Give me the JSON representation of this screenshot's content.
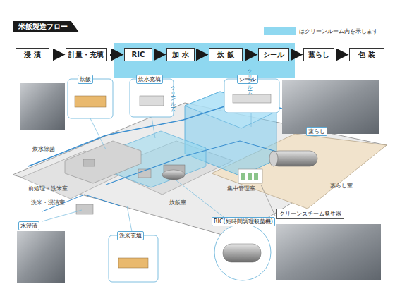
{
  "diagram": {
    "title": "米飯製造フロー",
    "nodes": [
      {
        "text": [
          "浸 漬"
        ]
      },
      {
        "text": [
          "計量・充填"
        ]
      },
      {
        "text": [
          "RIC"
        ]
      },
      {
        "text": [
          "加 水"
        ]
      },
      {
        "text": [
          "炊 飯"
        ]
      },
      {
        "text": [
          "シール"
        ]
      },
      {
        "text": [
          "蒸らし"
        ]
      },
      {
        "text": [
          "包 装"
        ]
      },
      {
        "text": [
          "炊飯"
        ]
      },
      {
        "text": [
          "炊水充填"
        ]
      },
      {
        "text": [
          "シール"
        ]
      },
      {
        "text": [
          "蒸らし"
        ]
      },
      {
        "text": [
          "水浸漬"
        ]
      },
      {
        "text": [
          "洗米充填"
        ]
      },
      {
        "text": [
          "RIC(短時間調理殺菌機)"
        ]
      },
      {
        "text": [
          "クリーンスチーム発生器"
        ]
      }
    ],
    "edges": [
      {
        "from": 0,
        "to": 1,
        "arrow": "to"
      },
      {
        "from": 1,
        "to": 2,
        "arrow": "to"
      },
      {
        "from": 2,
        "to": 3,
        "arrow": "to"
      },
      {
        "from": 3,
        "to": 4,
        "arrow": "to"
      },
      {
        "from": 4,
        "to": 5,
        "arrow": "to"
      },
      {
        "from": 5,
        "to": 6,
        "arrow": "to"
      },
      {
        "from": 6,
        "to": 7,
        "arrow": "to"
      }
    ],
    "labels": [
      "クリーンルーム",
      "クリーンルーム",
      "炊水除菌",
      "前処理・洗米室",
      "洗米・浸漬室",
      "炊飯室",
      "集中管理室",
      "蒸らし室"
    ],
    "legend": [
      {
        "text": "はクリーンルーム内を示します",
        "color": "#8fd8f0"
      }
    ]
  }
}
